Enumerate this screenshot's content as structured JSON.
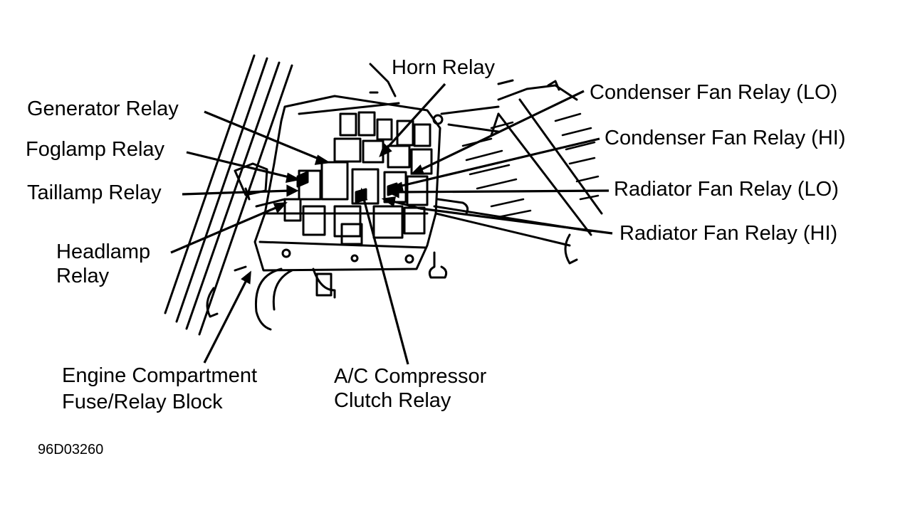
{
  "labels": {
    "horn_relay": "Horn Relay",
    "generator_relay": "Generator Relay",
    "foglamp_relay": "Foglamp Relay",
    "taillamp_relay": "Taillamp Relay",
    "headlamp_relay_line1": "Headlamp",
    "headlamp_relay_line2": "Relay",
    "condenser_fan_relay_lo": "Condenser Fan Relay (LO)",
    "condenser_fan_relay_hi": "Condenser Fan Relay (HI)",
    "radiator_fan_relay_lo": "Radiator Fan Relay (LO)",
    "radiator_fan_relay_hi": "Radiator Fan Relay (HI)",
    "fuse_block_line1": "Engine Compartment",
    "fuse_block_line2": "Fuse/Relay Block",
    "ac_relay_line1": "A/C Compressor",
    "ac_relay_line2": "Clutch Relay"
  },
  "figure_code": "96D03260",
  "colors": {
    "ink": "#000000",
    "background": "#ffffff"
  }
}
